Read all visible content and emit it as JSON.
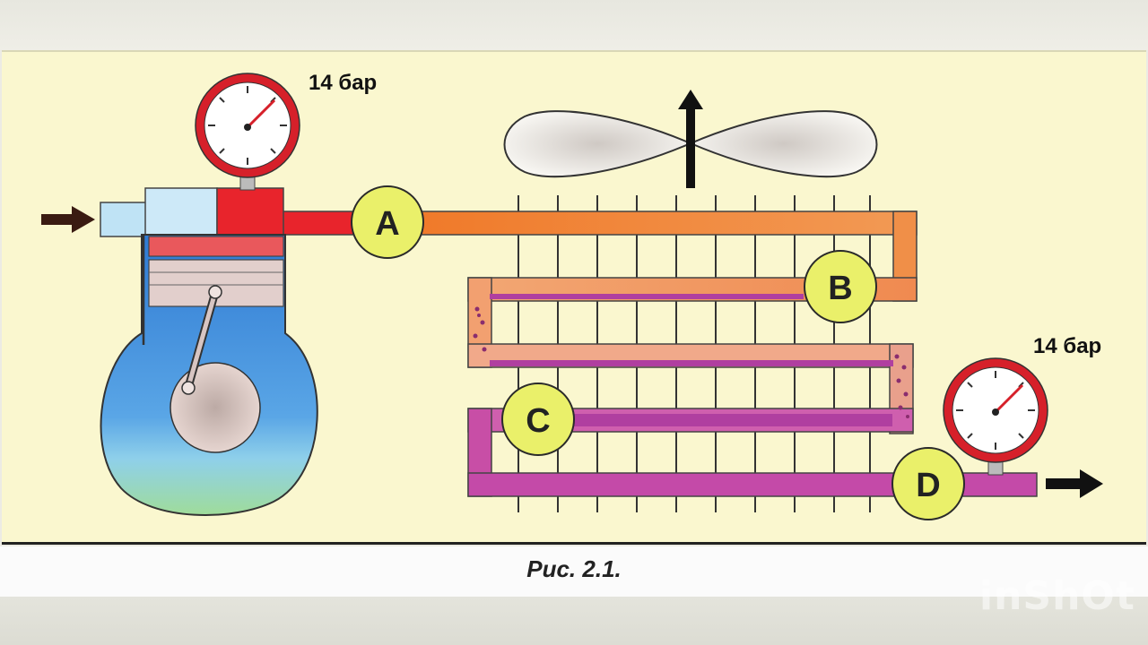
{
  "figure": {
    "caption": "Рис. 2.1.",
    "gauges": [
      {
        "label": "14 бар"
      },
      {
        "label": "14 бар"
      }
    ],
    "points": [
      "A",
      "B",
      "C",
      "D"
    ],
    "watermark": "inShOt"
  },
  "colors": {
    "background": "#faf7cf",
    "hot_gas": "#e8242c",
    "condenser_hot": "#f28a3a",
    "condenser_mid": "#f0a06a",
    "liquid": "#c44aa8",
    "compressor_body": "#3f8ad6",
    "point_marker": "#eaf06a"
  }
}
